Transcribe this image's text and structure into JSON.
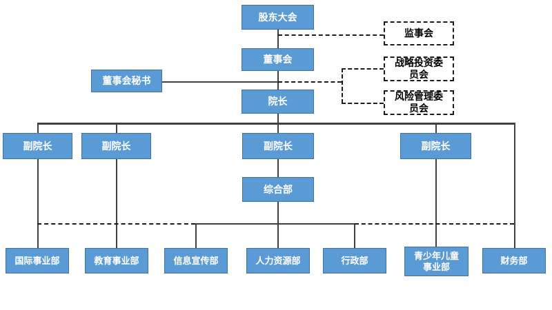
{
  "diagram": {
    "type": "org-chart",
    "nodes": {
      "shareholders": "股东大会",
      "supervisory": "监事会",
      "board": "董事会",
      "secretary": "董事会秘书",
      "strategic": "战略投资委员会",
      "risk": "风险管理委员会",
      "dean": "院长",
      "vice1": "副院长",
      "vice2": "副院长",
      "vice3": "副院长",
      "vice4": "副院长",
      "general": "综合部",
      "intl": "国际事业部",
      "edu": "教育事业部",
      "info": "信息宣传部",
      "hr": "人力资源部",
      "admin": "行政部",
      "youth": "青少年儿童事业部",
      "finance": "财务部"
    },
    "colors": {
      "node_fill": "#5B9BD5",
      "node_border": "#41719C",
      "node_text": "#FFFFFF",
      "dashed_node_border": "#1A1A1A",
      "dashed_node_text": "#000000",
      "line": "#404040",
      "dashed_line": "#1A1A1A",
      "background": "#FFFFFF"
    }
  }
}
